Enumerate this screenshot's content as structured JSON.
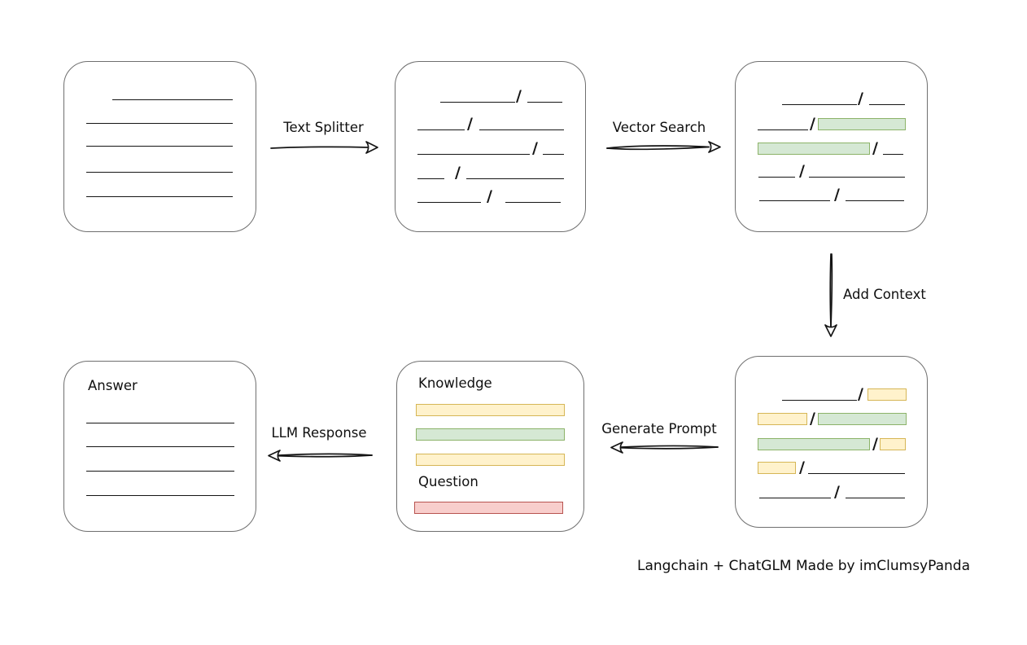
{
  "caption": {
    "text": "Langchain + ChatGLM Made by imClumsyPanda"
  },
  "glyphs": {
    "slash": "/"
  },
  "arrows": {
    "text_splitter": {
      "label": "Text Splitter"
    },
    "vector_search": {
      "label": "Vector Search"
    },
    "add_context": {
      "label": "Add Context"
    },
    "generate_prompt": {
      "label": "Generate Prompt"
    },
    "llm_response": {
      "label": "LLM Response"
    }
  },
  "prompt_box": {
    "knowledge_label": "Knowledge",
    "question_label": "Question"
  },
  "answer_box": {
    "label": "Answer"
  },
  "colors": {
    "green-fill": "#d5e8d4",
    "green-stroke": "#8cb369",
    "yellow-fill": "#fff2cc",
    "yellow-stroke": "#d6b656",
    "red-fill": "#f8cecc",
    "red-stroke": "#b85450",
    "ink": "#151515",
    "box-border": "#6f6f6f"
  }
}
